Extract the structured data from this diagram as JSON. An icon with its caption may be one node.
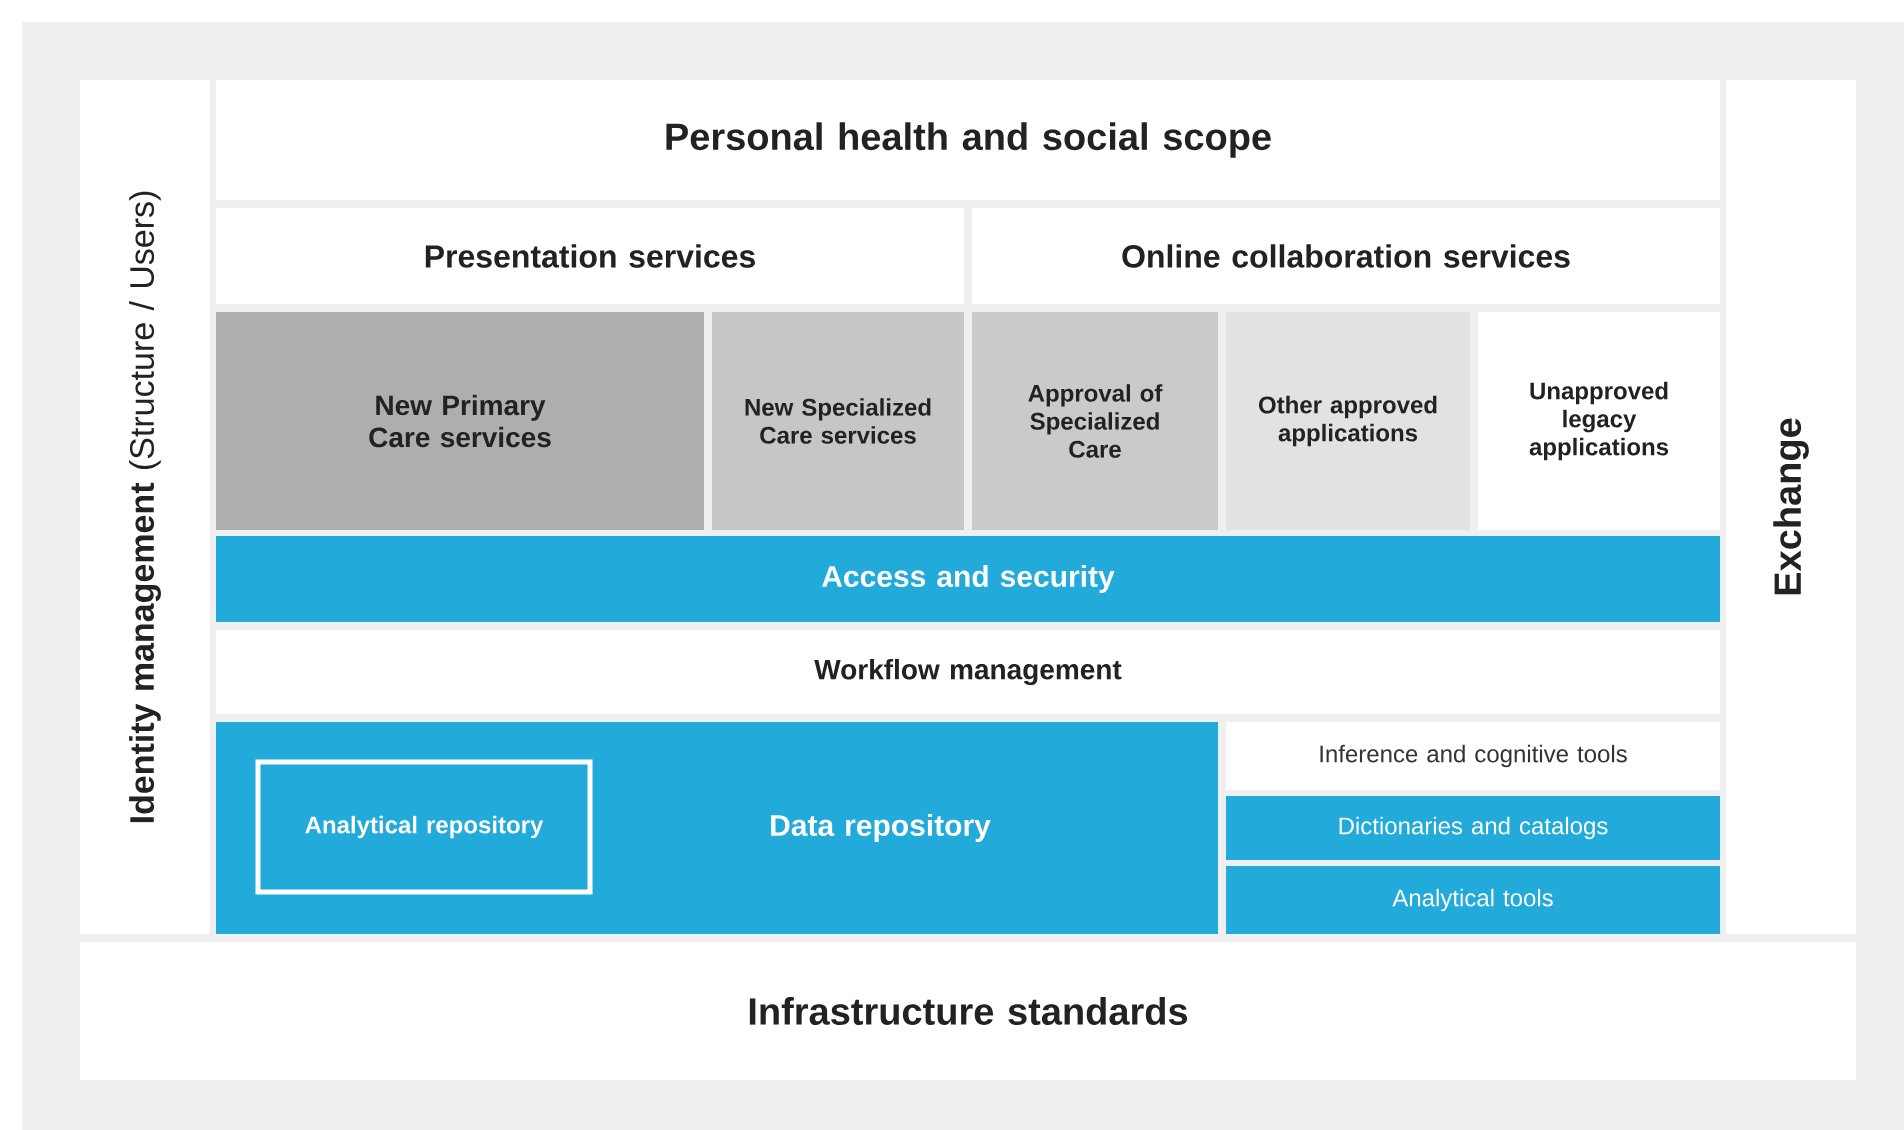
{
  "diagram": {
    "nodes": [
      {
        "text": [
          "**Identity management** (Structure / Users)"
        ]
      },
      {
        "text": [
          "Personal health and social scope"
        ]
      },
      {
        "text": [
          "Presentation services"
        ]
      },
      {
        "text": [
          "Online collaboration services"
        ]
      },
      {
        "text": [
          "New Primary Care services"
        ]
      },
      {
        "text": [
          "New Specialized Care services"
        ]
      },
      {
        "text": [
          "Approval of Specialized Care"
        ]
      },
      {
        "text": [
          "Other approved applications"
        ]
      },
      {
        "text": [
          "Unapproved legacy applications"
        ]
      },
      {
        "text": [
          "Access and security"
        ]
      },
      {
        "text": [
          "Workflow management"
        ]
      },
      {
        "text": [
          "Data repository"
        ]
      },
      {
        "text": [
          "Analytical repository"
        ],
        "in": 11
      },
      {
        "text": [
          "Inference and cognitive tools"
        ]
      },
      {
        "text": [
          "Dictionaries and catalogs"
        ]
      },
      {
        "text": [
          "Analytical tools"
        ]
      },
      {
        "text": [
          "Exchange"
        ]
      },
      {
        "text": [
          "Infrastructure standards"
        ]
      }
    ]
  }
}
